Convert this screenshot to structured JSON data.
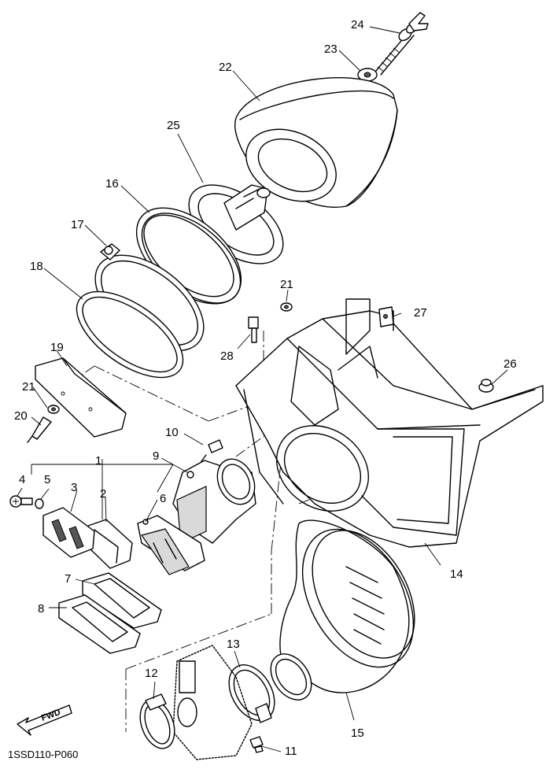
{
  "diagram_code": "1SSD110-P060",
  "fwd_label": "FWD",
  "callouts": {
    "p1": "1",
    "p2": "2",
    "p3": "3",
    "p4": "4",
    "p5": "5",
    "p6": "6",
    "p7": "7",
    "p8": "8",
    "p9": "9",
    "p10": "10",
    "p11": "11",
    "p12": "12",
    "p13": "13",
    "p14": "14",
    "p15": "15",
    "p16": "16",
    "p17": "17",
    "p18": "18",
    "p19": "19",
    "p20": "20",
    "p21a": "21",
    "p21b": "21",
    "p22": "22",
    "p23": "23",
    "p24": "24",
    "p25": "25",
    "p26": "26",
    "p27": "27",
    "p28": "28"
  }
}
